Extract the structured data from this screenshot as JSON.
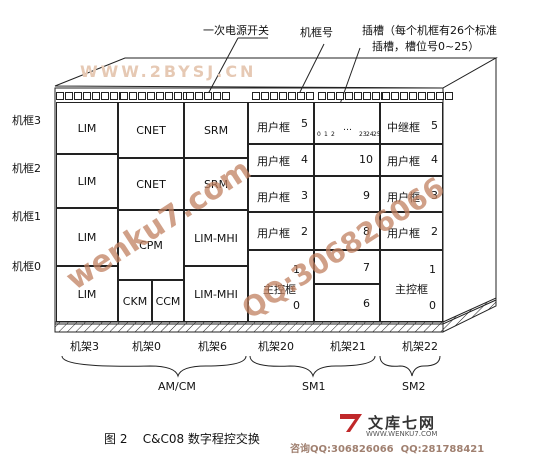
{
  "annotations": {
    "power_switch": "一次电源开关",
    "frame_no": "机框号",
    "slot_line1": "插槽（每个机框有26个标准",
    "slot_line2": "插槽，槽位号0~25）"
  },
  "frame_labels": [
    "机框3",
    "机框2",
    "机框1",
    "机框0"
  ],
  "racks": [
    "机架3",
    "机架0",
    "机架6",
    "机架20",
    "机架21",
    "机架22"
  ],
  "modules": {
    "am_cm": "AM/CM",
    "sm1": "SM1",
    "sm2": "SM2"
  },
  "cells": {
    "lim": "LIM",
    "cnet": "CNET",
    "srm": "SRM",
    "cpm": "CPM",
    "lim_mhi": "LIM-MHI",
    "ckm": "CKM",
    "ccm": "CCM",
    "user_frame": "用户框",
    "main_ctrl": "主控框",
    "relay_frame": "中继框"
  },
  "numbers": {
    "n0": "0",
    "n1": "1",
    "n2": "2",
    "n3": "3",
    "n4": "4",
    "n5": "5",
    "n6": "6",
    "n7": "7",
    "n8": "8",
    "n9": "9",
    "n10": "10"
  },
  "slots": {
    "s0": "0",
    "s1": "1",
    "s2": "2",
    "dots": "…",
    "s23": "23",
    "s24": "24",
    "s25": "25"
  },
  "caption": "图 2    C&C08 数字程控交换",
  "watermarks": {
    "top": "WWW.2BYSJ.CN",
    "diag1": "wenku7.com",
    "diag2": "QQ:306826066",
    "logo": "文库七网",
    "logo_url": "WWW.WENKU7.COM",
    "qq_line": "咨询QQ:306826066  QQ:281788421"
  },
  "colors": {
    "line": "#222222",
    "watermark": "#c08060",
    "logo_red": "#c0282a"
  }
}
